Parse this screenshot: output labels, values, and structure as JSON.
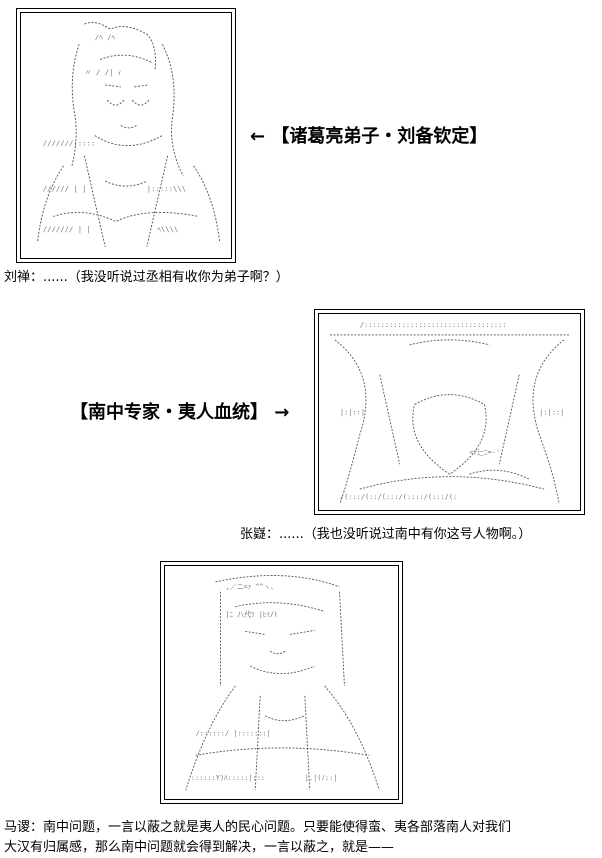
{
  "panel1": {
    "caption": "← 【诸葛亮弟子・刘备钦定】",
    "dialogue": "刘禅：......（我没听说过丞相有收你为弟子啊？）"
  },
  "panel2": {
    "caption": "【南中专家・夷人血统】 →",
    "dialogue": "张嶷：......（我也没听说过南中有你这号人物啊。）"
  },
  "panel3": {
    "dialogue_line1": "马谡：南中问题，一言以蔽之就是夷人的民心问题。只要能使得蛮、夷各部落南人对我们",
    "dialogue_line2": "大汉有归属感，那么南中问题就会得到解决，一言以蔽之，就是——"
  }
}
